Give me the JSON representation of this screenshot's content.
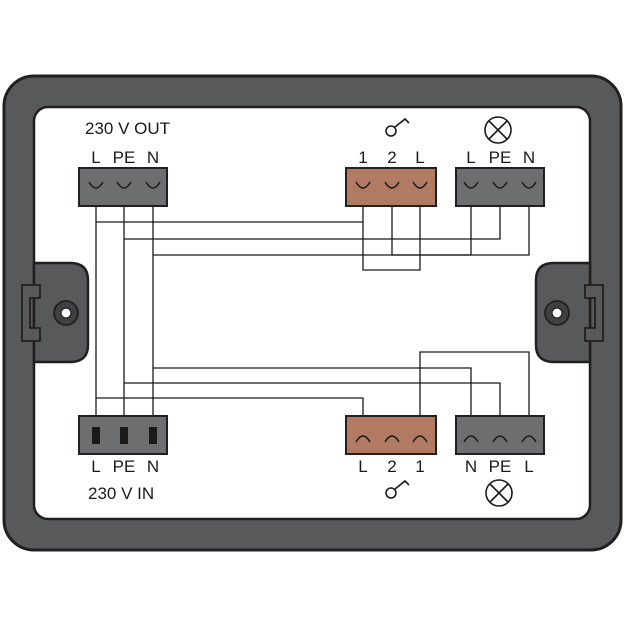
{
  "top_left": {
    "title": "230 V OUT",
    "pins": [
      "L",
      "PE",
      "N"
    ]
  },
  "top_mid": {
    "pins": [
      "1",
      "2",
      "L"
    ],
    "symbol": "switch-icon"
  },
  "top_right": {
    "pins": [
      "L",
      "PE",
      "N"
    ],
    "symbol": "lamp-icon"
  },
  "bot_left": {
    "title": "230 V IN",
    "pins": [
      "L",
      "PE",
      "N"
    ]
  },
  "bot_mid": {
    "pins": [
      "L",
      "2",
      "1"
    ],
    "symbol": "switch-icon"
  },
  "bot_right": {
    "pins": [
      "N",
      "PE",
      "L"
    ],
    "symbol": "lamp-icon"
  },
  "colors": {
    "housing": "#58595b",
    "panel": "#ffffff",
    "connector_gray": "#6d6e70",
    "connector_brown": "#b07a63",
    "wire": "#1a1a1a"
  }
}
